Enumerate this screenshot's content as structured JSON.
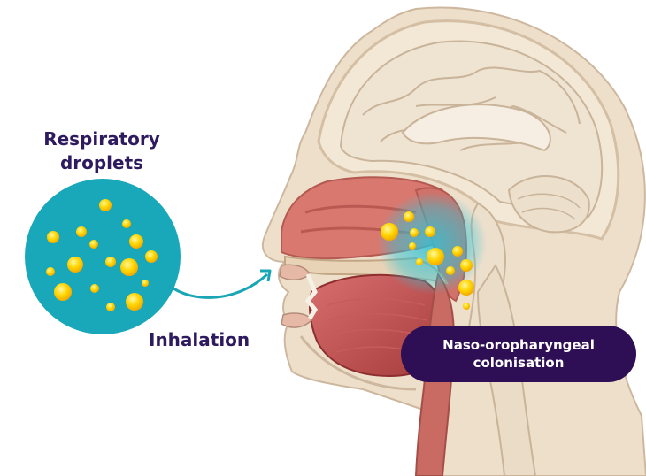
{
  "labels": {
    "droplets_line1": "Respiratory",
    "droplets_line2": "droplets",
    "inhalation": "Inhalation",
    "colonisation_line1": "Naso-oropharyngeal",
    "colonisation_line2": "colonisation"
  },
  "colors": {
    "title_text": "#2e1a5e",
    "pill_background": "#2e0f55",
    "droplet_disc": "#19a8b9",
    "droplet": "#ffd500",
    "skin": "#eedfcb",
    "arrow": "#1aa5b5"
  },
  "icons": {
    "droplets": "droplet-disc-icon",
    "arrow": "curved-arrow-icon",
    "anatomy": "head-sagittal-section-illustration"
  }
}
